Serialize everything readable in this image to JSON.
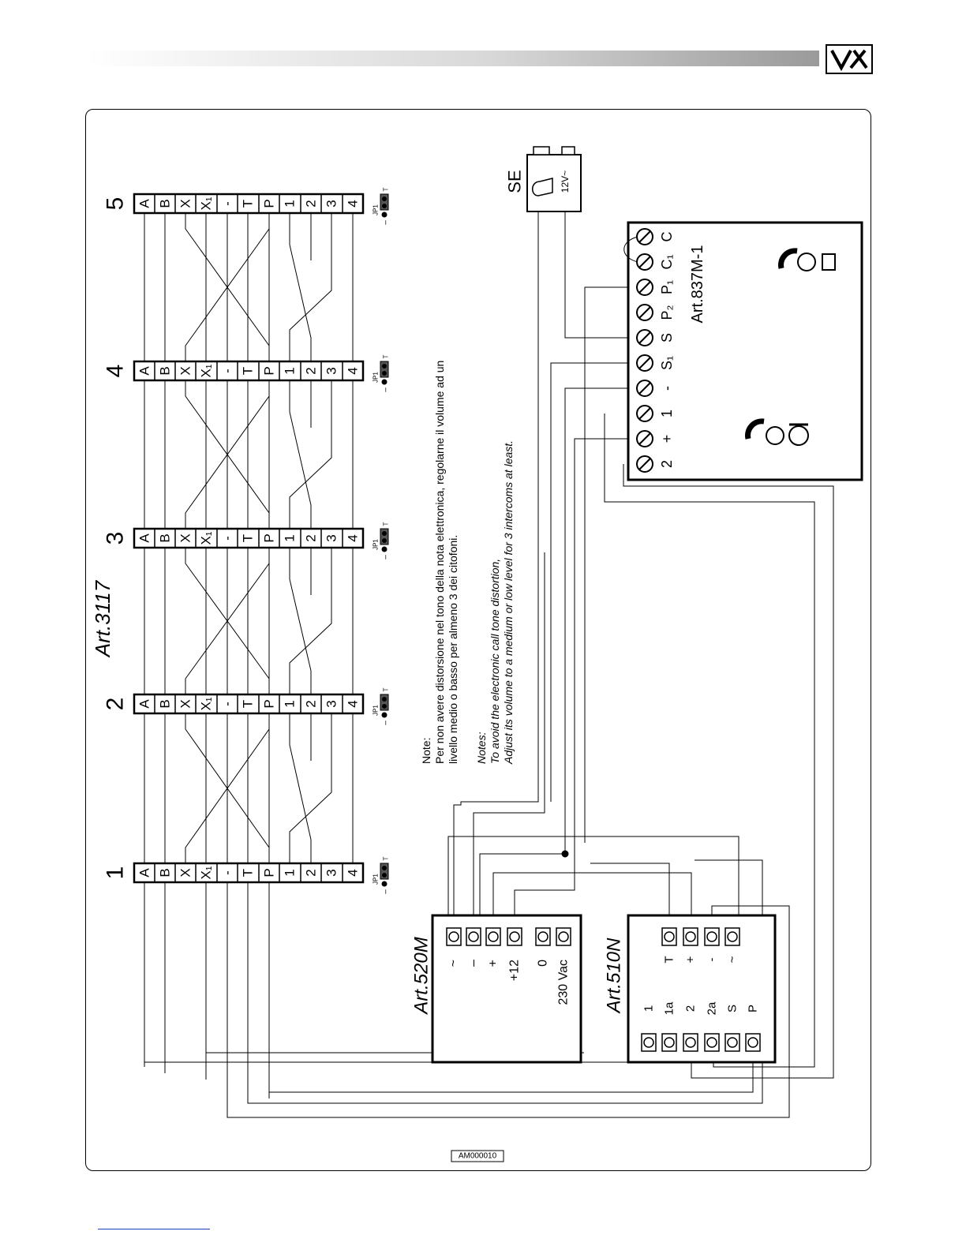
{
  "header": {
    "logo_text": "VX"
  },
  "terminal_boards": [
    {
      "number": "1",
      "terminals": [
        "A",
        "B",
        "X",
        "X₁",
        "-",
        "T",
        "P",
        "1",
        "2",
        "3",
        "4"
      ],
      "jumper": {
        "label": "JP1",
        "minus": "–",
        "t": "T"
      }
    },
    {
      "number": "2",
      "terminals": [
        "A",
        "B",
        "X",
        "X₁",
        "-",
        "T",
        "P",
        "1",
        "2",
        "3",
        "4"
      ],
      "jumper": {
        "label": "JP1",
        "minus": "–",
        "t": "T"
      }
    },
    {
      "number": "3",
      "terminals": [
        "A",
        "B",
        "X",
        "X₁",
        "-",
        "T",
        "P",
        "1",
        "2",
        "3",
        "4"
      ],
      "jumper": {
        "label": "JP1",
        "minus": "–",
        "t": "T"
      }
    },
    {
      "number": "4",
      "terminals": [
        "A",
        "B",
        "X",
        "X₁",
        "-",
        "T",
        "P",
        "1",
        "2",
        "3",
        "4"
      ],
      "jumper": {
        "label": "JP1",
        "minus": "–",
        "t": "T"
      }
    },
    {
      "number": "5",
      "terminals": [
        "A",
        "B",
        "X",
        "X₁",
        "-",
        "T",
        "P",
        "1",
        "2",
        "3",
        "4"
      ],
      "jumper": {
        "label": "JP1",
        "minus": "–",
        "t": "T"
      }
    }
  ],
  "art3117_label": "Art.3117",
  "notes": {
    "it_title": "Note:",
    "it_line1": "Per non avere distorsione nel tono della nota elettronica, regolarne il volume ad un",
    "it_line2": "livello medio o basso per almeno 3 dei citofoni.",
    "en_title": "Notes:",
    "en_line1": "To avoid the electronic call tone distortion,",
    "en_line2": "Adjust its volume to a medium or low level for 3 intercoms at least."
  },
  "se": {
    "label": "SE",
    "voltage": "12V~"
  },
  "art837": {
    "label": "Art.837M-1",
    "terminals": [
      "2",
      "+",
      "1",
      "-",
      "S₁",
      "S",
      "P₂",
      "P₁",
      "C₁",
      "C"
    ]
  },
  "art520": {
    "label": "Art.520M",
    "terminals": [
      "~",
      "–",
      "+",
      "+12",
      "0",
      "230 Vac"
    ]
  },
  "art510": {
    "label": "Art.510N",
    "left_terminals": [
      "1",
      "1a",
      "2",
      "2a",
      "S",
      "P"
    ],
    "right_terminals": [
      "T",
      "+",
      "-",
      "~"
    ]
  },
  "drawing_code": "AM000010"
}
